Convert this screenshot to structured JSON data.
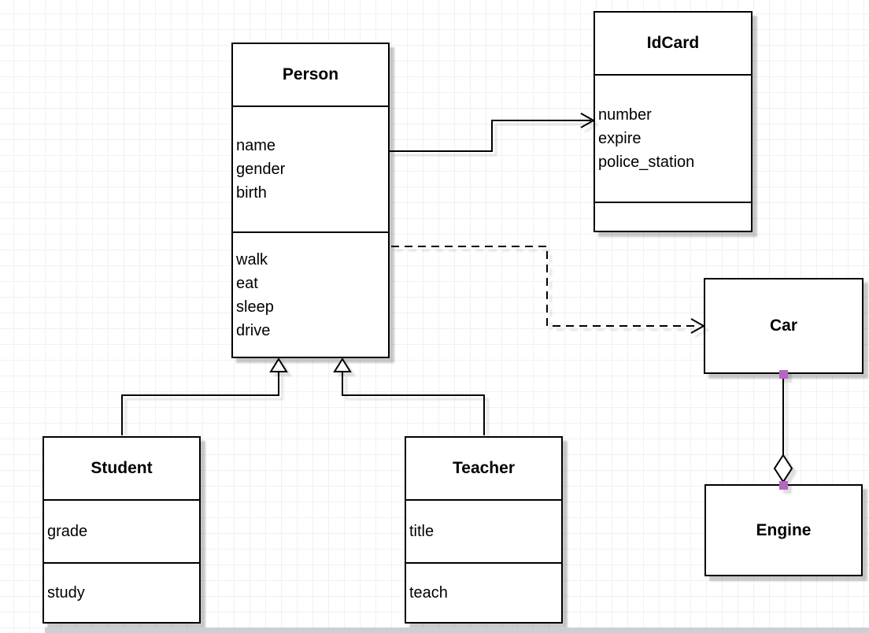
{
  "canvas": {
    "background": "#ffffff",
    "grid_color": "#f1f1f4"
  },
  "colors": {
    "box_fill": "#ffffff",
    "box_stroke": "#000000",
    "shadow": "rgba(0,0,0,0.21)",
    "connection_point": "#b566c4",
    "bottom_bar": "#ccd0d4"
  },
  "classes": {
    "person": {
      "title": "Person",
      "attributes": [
        "name",
        "gender",
        "birth"
      ],
      "methods": [
        "walk",
        "eat",
        "sleep",
        "drive"
      ]
    },
    "idcard": {
      "title": "IdCard",
      "attributes": [
        "number",
        "expire",
        "police_station"
      ],
      "methods": []
    },
    "car": {
      "title": "Car",
      "attributes": [],
      "methods": []
    },
    "engine": {
      "title": "Engine",
      "attributes": [],
      "methods": []
    },
    "student": {
      "title": "Student",
      "attributes": [
        "grade"
      ],
      "methods": [
        "study"
      ]
    },
    "teacher": {
      "title": "Teacher",
      "attributes": [
        "title"
      ],
      "methods": [
        "teach"
      ]
    }
  },
  "connections": [
    {
      "from": "Person",
      "to": "IdCard",
      "line": "solid",
      "arrowhead": "open-arrow"
    },
    {
      "from": "Person",
      "to": "Car",
      "line": "dashed",
      "arrowhead": "open-arrow"
    },
    {
      "from": "Student",
      "to": "Person",
      "line": "solid",
      "arrowhead": "hollow-triangle"
    },
    {
      "from": "Teacher",
      "to": "Person",
      "line": "solid",
      "arrowhead": "hollow-triangle"
    },
    {
      "from": "Car",
      "to": "Engine",
      "line": "solid",
      "arrowhead": "hollow-diamond",
      "endpoints": "purple-squares"
    }
  ]
}
